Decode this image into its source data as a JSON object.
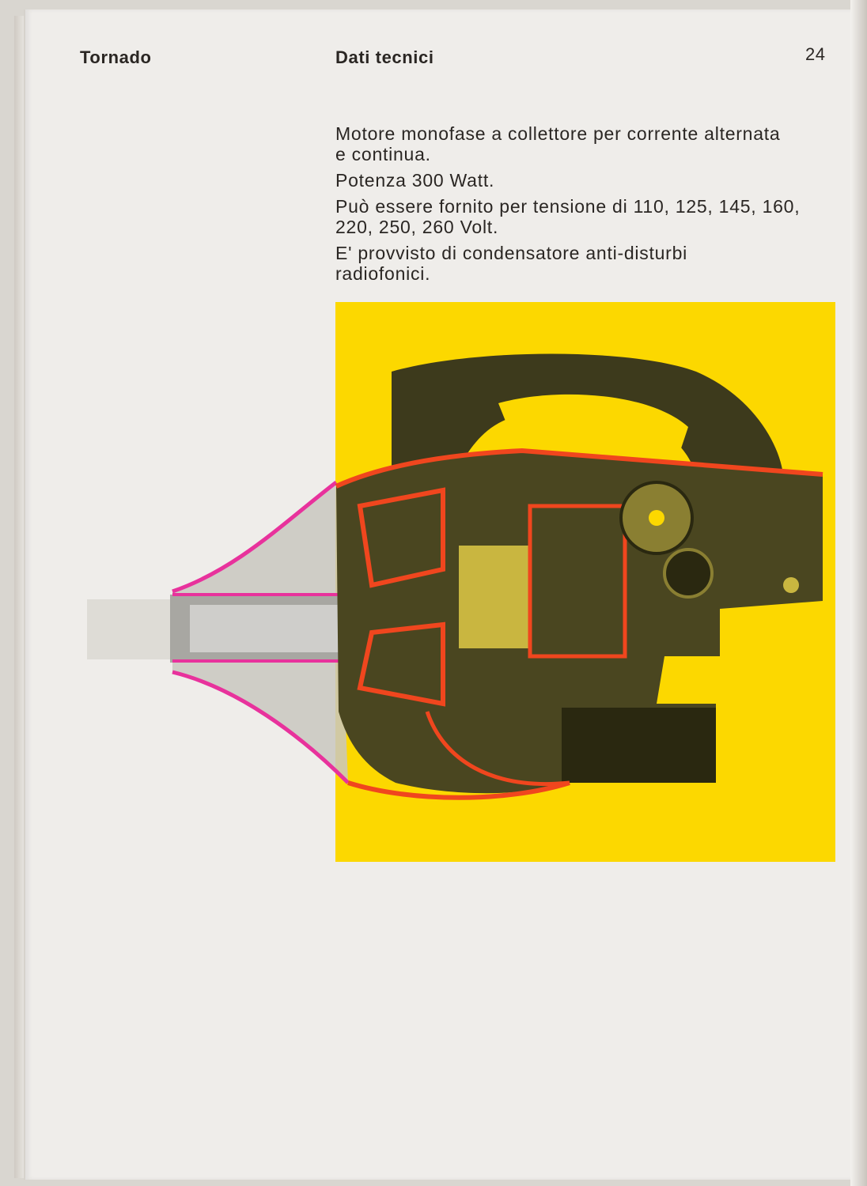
{
  "header": {
    "left_title": "Tornado",
    "section_title": "Dati tecnici",
    "page_number": "24"
  },
  "body": {
    "paragraphs": [
      "Motore monofase a collettore per corrente alternata e continua.",
      "Potenza 300 Watt.",
      "Può essere fornito per tensione di 110, 125, 145, 160, 220, 250, 260 Volt.",
      "E' provvisto di condensatore anti-disturbi radiofonici."
    ]
  },
  "illustration": {
    "subject": "cutaway-vacuum-cleaner-motor",
    "colors": {
      "background": "#fcd800",
      "outline_red": "#f0461e",
      "nozzle_magenta": "#e8329c",
      "body_dark": "#3d3a1c"
    }
  }
}
